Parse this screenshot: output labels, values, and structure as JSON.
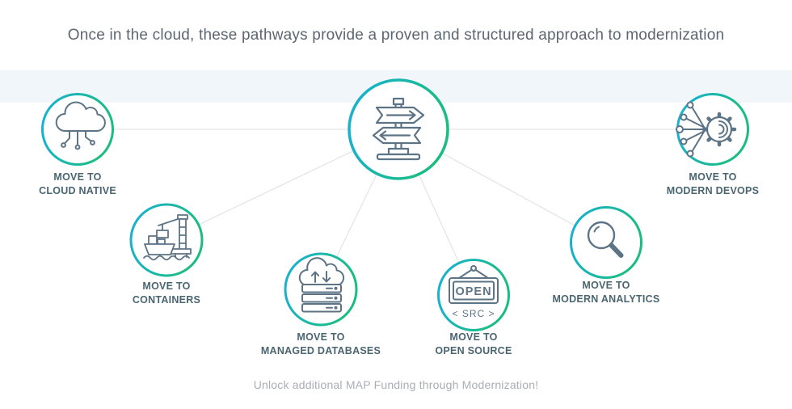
{
  "title": "Once in the cloud, these pathways provide a proven and structured approach to modernization",
  "footer": "Unlock additional MAP Funding through Modernization!",
  "hub": {
    "icon": "signpost-icon"
  },
  "nodes": [
    {
      "id": "cloud-native",
      "icon": "cloud-circuit-icon",
      "line1": "MOVE TO",
      "line2": "CLOUD NATIVE"
    },
    {
      "id": "containers",
      "icon": "ship-crane-icon",
      "line1": "MOVE TO",
      "line2": "CONTAINERS"
    },
    {
      "id": "managed-databases",
      "icon": "cloud-database-icon",
      "line1": "MOVE TO",
      "line2": "MANAGED DATABASES"
    },
    {
      "id": "open-source",
      "icon": "open-sign-icon",
      "line1": "MOVE TO",
      "line2": "OPEN SOURCE",
      "sign_text": "OPEN",
      "src_text": "< SRC >"
    },
    {
      "id": "modern-analytics",
      "icon": "magnifier-icon",
      "line1": "MOVE TO",
      "line2": "MODERN ANALYTICS"
    },
    {
      "id": "modern-devops",
      "icon": "gear-network-icon",
      "line1": "MOVE TO",
      "line2": "MODERN DEVOPS"
    }
  ],
  "colors": {
    "ring_gradient_start": "#18b0d6",
    "ring_gradient_end": "#1abd7f",
    "icon_stroke": "#5d7486",
    "connector": "#e3e5e7",
    "band": "#f1f6fa",
    "label": "#4a6572",
    "title": "#5b6670",
    "footer": "#a8aeb6"
  }
}
